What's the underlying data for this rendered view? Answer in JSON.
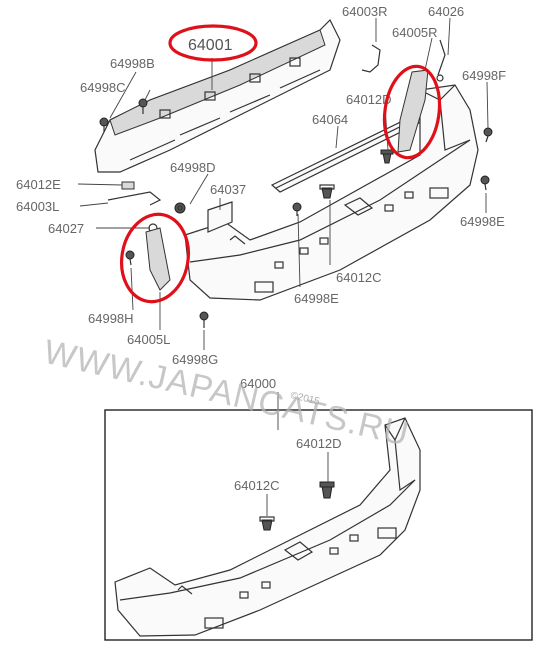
{
  "labels": {
    "p64001": "64001",
    "p64003R": "64003R",
    "p64026_top": "64026",
    "p64005R": "64005R",
    "p64998B": "64998B",
    "p64998C": "64998C",
    "p64998F": "64998F",
    "p64012D_top": "64012D",
    "p64064": "64064",
    "p64998D": "64998D",
    "p64012E": "64012E",
    "p64037": "64037",
    "p64003L": "64003L",
    "p64027": "64027",
    "p64998E_right": "64998E",
    "p64012C_top": "64012C",
    "p64998E_mid": "64998E",
    "p64998H": "64998H",
    "p64005L": "64005L",
    "p64998G": "64998G",
    "p64000": "64000",
    "p64012D_inset": "64012D",
    "p64012C_inset": "64012C"
  },
  "watermark": {
    "text": "WWW.JAPANCATS.RU",
    "copyright": "©2015"
  },
  "highlight_color": "#e0101a"
}
